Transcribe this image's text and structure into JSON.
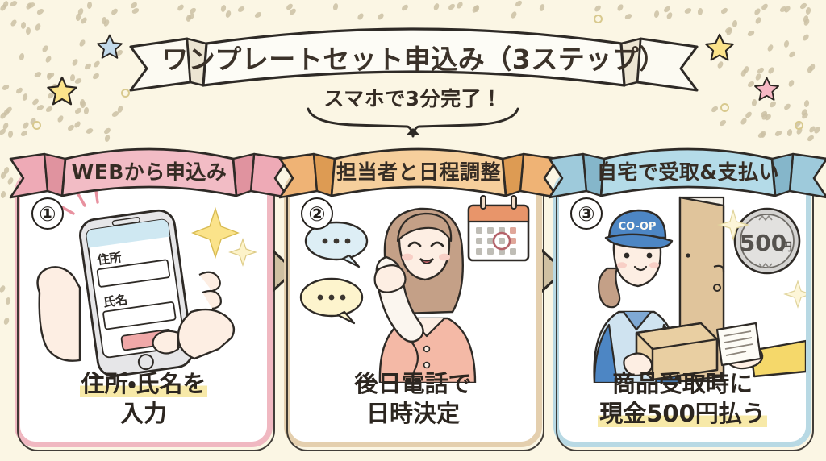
{
  "page": {
    "title": "ワンプレートセット申込み（3ステップ）",
    "subtitle": "スマホで3分完了！",
    "background_color": "#fbf6e4"
  },
  "colors": {
    "background": "#fbf6e4",
    "step1_accent": "#f0b8c1",
    "step2_accent": "#f3bd7a",
    "step3_accent": "#a9d4e3",
    "ink": "#2e2a26",
    "highlight_marker": "#f7e9a8",
    "arrow": "#cfc0a2"
  },
  "steps": [
    {
      "number": "①",
      "number_plain": "1",
      "banner_label": "WEBから申込み",
      "banner_color": "#f0b8c1",
      "card_border_color": "#f0b8c1",
      "caption_lines": [
        {
          "text": "住所・氏名を",
          "highlighted": true
        },
        {
          "text": "入力",
          "highlighted": false
        }
      ],
      "illustration": {
        "name": "hands-holding-smartphone",
        "phone_form": {
          "field1_label": "住所",
          "field1_value": "",
          "field2_label": "氏名",
          "field2_value": "",
          "submit_button_label": "",
          "submit_button_color": "#f0a8a8"
        }
      }
    },
    {
      "number": "②",
      "number_plain": "2",
      "banner_label": "担当者と日程調整",
      "banner_color": "#f3bd7a",
      "card_border_color": "#e4cfae",
      "caption_lines": [
        {
          "text": "後日電話で",
          "highlighted": false
        },
        {
          "text": "日時決定",
          "highlighted": false
        }
      ],
      "illustration": {
        "name": "woman-on-phone-with-calendar",
        "speech_bubbles": [
          "...",
          "..."
        ],
        "calendar": {
          "header_color": "#e8956a",
          "circled_day_marker": "○"
        }
      }
    },
    {
      "number": "③",
      "number_plain": "3",
      "banner_label": "自宅で受取&支払い",
      "banner_color": "#a9d4e3",
      "card_border_color": "#b8d9e4",
      "caption_lines": [
        {
          "text": "商品受取時に",
          "highlighted": false
        },
        {
          "text": "現金500円払う",
          "highlighted": true
        }
      ],
      "illustration": {
        "name": "delivery-person-handing-parcel-at-door",
        "cap_logo_text": "CO-OP",
        "coin": {
          "value_text": "500",
          "unit_text": "円",
          "color": "#c9c9cb"
        }
      }
    }
  ],
  "decorations": {
    "flow_arrow_1": "arrow-right",
    "flow_arrow_2": "arrow-right",
    "stars": [
      {
        "color": "#fbe38a",
        "label": "yellow-star"
      },
      {
        "color": "#bcd9ea",
        "label": "blue-star"
      },
      {
        "color": "#f6b8c4",
        "label": "pink-star"
      }
    ]
  }
}
